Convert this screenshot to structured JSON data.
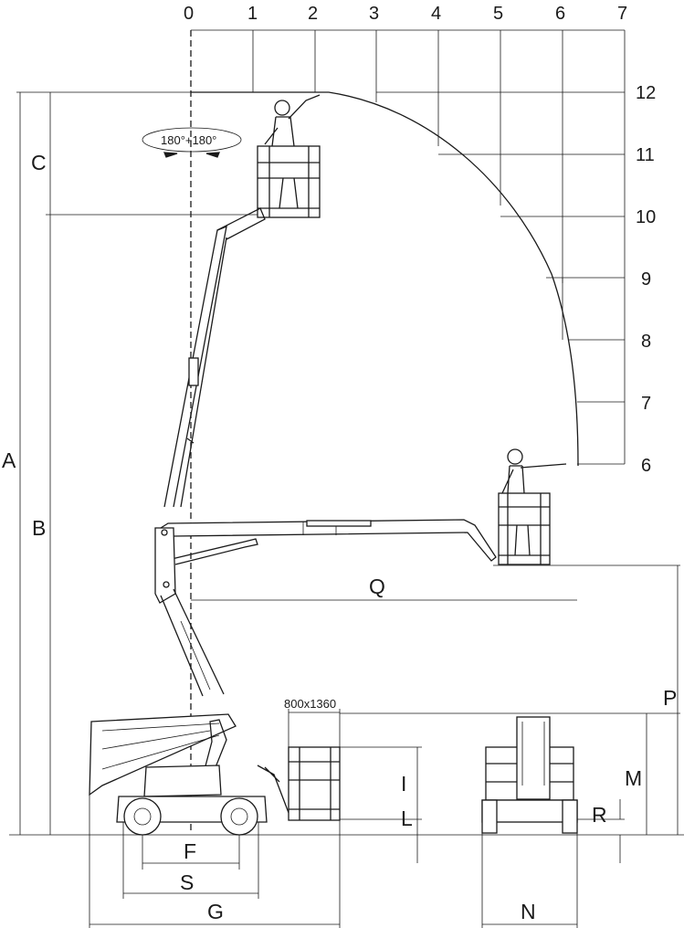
{
  "diagram": {
    "x_ticks": [
      "0",
      "1",
      "2",
      "3",
      "4",
      "5",
      "6",
      "7"
    ],
    "y_ticks": [
      "12",
      "11",
      "10",
      "9",
      "8",
      "7",
      "6"
    ],
    "rotation_label": "180°+180°",
    "basket_size": "800x1360",
    "dimensions": {
      "A": "A",
      "B": "B",
      "C": "C",
      "P": "P",
      "Q": "Q",
      "M": "M",
      "I": "I",
      "L": "L",
      "R": "R",
      "F": "F",
      "S": "S",
      "G": "G",
      "N": "N"
    }
  }
}
